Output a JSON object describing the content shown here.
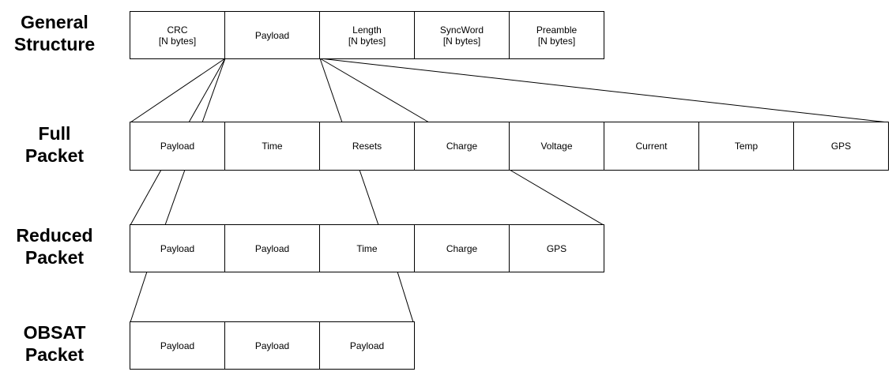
{
  "rows": [
    {
      "id": "general",
      "label_line1": "General",
      "label_line2": "Structure",
      "cells": [
        {
          "name": "crc",
          "line1": "CRC",
          "line2": "[N bytes]"
        },
        {
          "name": "payload",
          "line1": "Payload",
          "line2": ""
        },
        {
          "name": "length",
          "line1": "Length",
          "line2": "[N bytes]"
        },
        {
          "name": "syncword",
          "line1": "SyncWord",
          "line2": "[N bytes]"
        },
        {
          "name": "preamble",
          "line1": "Preamble",
          "line2": "[N bytes]"
        }
      ]
    },
    {
      "id": "full",
      "label_line1": "Full",
      "label_line2": "Packet",
      "cells": [
        {
          "name": "payload",
          "line1": "Payload",
          "line2": ""
        },
        {
          "name": "time",
          "line1": "Time",
          "line2": ""
        },
        {
          "name": "resets",
          "line1": "Resets",
          "line2": ""
        },
        {
          "name": "charge",
          "line1": "Charge",
          "line2": ""
        },
        {
          "name": "voltage",
          "line1": "Voltage",
          "line2": ""
        },
        {
          "name": "current",
          "line1": "Current",
          "line2": ""
        },
        {
          "name": "temp",
          "line1": "Temp",
          "line2": ""
        },
        {
          "name": "gps",
          "line1": "GPS",
          "line2": ""
        }
      ]
    },
    {
      "id": "reduced",
      "label_line1": "Reduced",
      "label_line2": "Packet",
      "cells": [
        {
          "name": "payload-1",
          "line1": "Payload",
          "line2": ""
        },
        {
          "name": "payload-2",
          "line1": "Payload",
          "line2": ""
        },
        {
          "name": "time",
          "line1": "Time",
          "line2": ""
        },
        {
          "name": "charge",
          "line1": "Charge",
          "line2": ""
        },
        {
          "name": "gps",
          "line1": "GPS",
          "line2": ""
        }
      ]
    },
    {
      "id": "obsat",
      "label_line1": "OBSAT",
      "label_line2": "Packet",
      "cells": [
        {
          "name": "payload-1",
          "line1": "Payload",
          "line2": ""
        },
        {
          "name": "payload-2",
          "line1": "Payload",
          "line2": ""
        },
        {
          "name": "payload-3",
          "line1": "Payload",
          "line2": ""
        }
      ]
    }
  ]
}
